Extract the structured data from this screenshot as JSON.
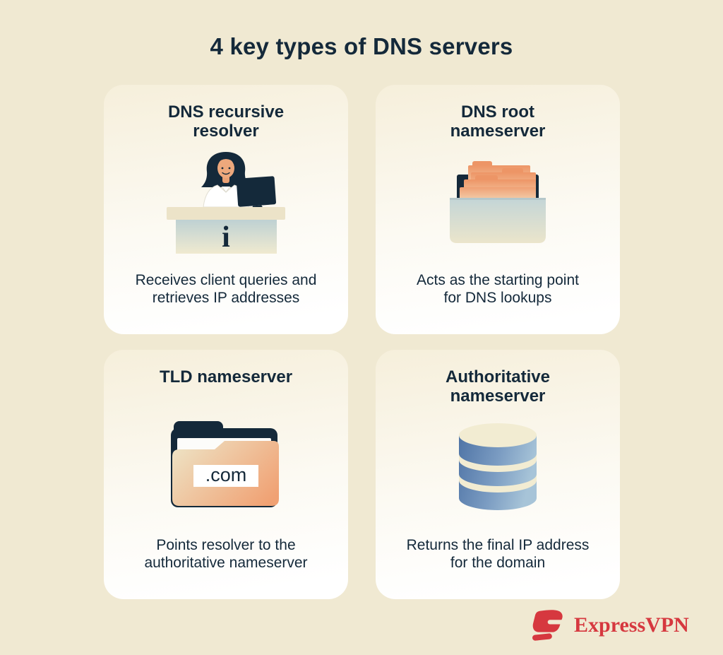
{
  "page": {
    "title": "4 key types of DNS servers",
    "colors": {
      "background": "#f0e9d2",
      "text_navy": "#14293a",
      "brand_red": "#d6383f",
      "illustration_orange": "#ee9a6d",
      "illustration_blue": "#4f74a6"
    }
  },
  "cards": [
    {
      "id": "dns-recursive-resolver",
      "title": "DNS recursive resolver",
      "title_lines": [
        "DNS recursive",
        "resolver"
      ],
      "description": "Receives client queries and retrieves IP addresses",
      "description_lines": [
        "Receives client queries and",
        "retrieves IP addresses"
      ],
      "icon": "receptionist-info-desk-illustration",
      "desk_letter": "i"
    },
    {
      "id": "dns-root-nameserver",
      "title": "DNS root nameserver",
      "title_lines": [
        "DNS root",
        "nameserver"
      ],
      "description": "Acts as the starting point for DNS lookups",
      "description_lines": [
        "Acts as the starting point",
        "for DNS lookups"
      ],
      "icon": "file-drawer-folders-illustration"
    },
    {
      "id": "tld-nameserver",
      "title": "TLD nameserver",
      "title_lines": [
        "TLD nameserver"
      ],
      "description": "Points resolver to the authoritative nameserver",
      "description_lines": [
        "Points resolver to the",
        "authoritative nameserver"
      ],
      "icon": "tld-folder-illustration",
      "folder_label": ".com"
    },
    {
      "id": "authoritative-nameserver",
      "title": "Authoritative nameserver",
      "title_lines": [
        "Authoritative",
        "nameserver"
      ],
      "description": "Returns the final IP address for the domain",
      "description_lines": [
        "Returns the final IP address",
        "for the domain"
      ],
      "icon": "database-cylinder-illustration"
    }
  ],
  "footer": {
    "brand": "ExpressVPN",
    "logo_icon": "expressvpn-logomark-icon"
  }
}
